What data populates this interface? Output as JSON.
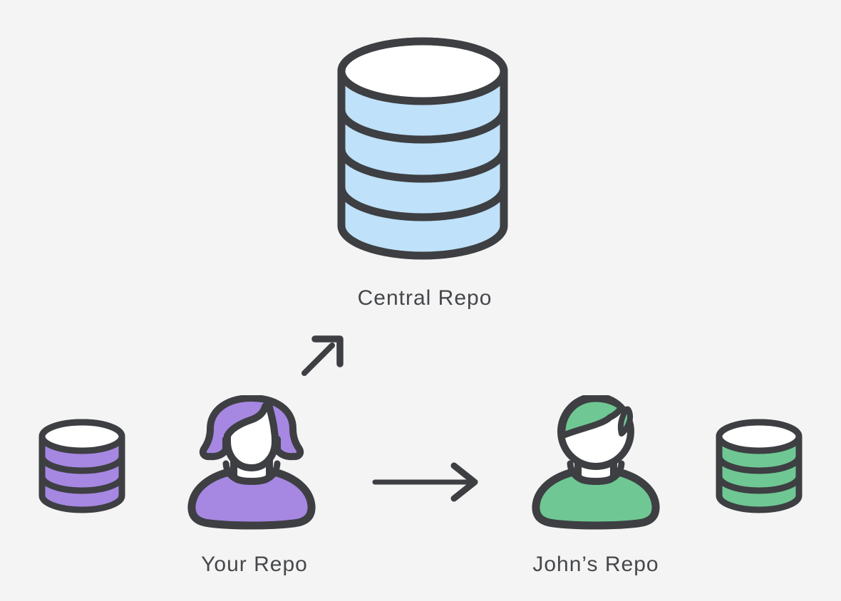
{
  "colors": {
    "background": "#f4f4f4",
    "outline": "#3d3f42",
    "blue": "#bfe1fa",
    "purple": "#a687e2",
    "green": "#6fc794",
    "text": "#45474a",
    "white": "#ffffff"
  },
  "nodes": {
    "central_repo": {
      "label": "Central Repo",
      "icon": "database-icon",
      "color": "#bfe1fa",
      "segments": 4
    },
    "your_repo": {
      "label": "Your Repo",
      "icon": "female-avatar-icon",
      "color": "#a687e2"
    },
    "your_repo_database": {
      "icon": "database-icon",
      "color": "#a687e2",
      "segments": 3
    },
    "johns_repo": {
      "label": "John’s Repo",
      "icon": "male-avatar-icon",
      "color": "#6fc794"
    },
    "johns_repo_database": {
      "icon": "database-icon",
      "color": "#6fc794",
      "segments": 3
    }
  },
  "edges": [
    {
      "name": "your-repo-to-central-arrow",
      "from": "Your Repo",
      "to": "Central Repo",
      "direction": "up-right"
    },
    {
      "name": "your-repo-to-johns-arrow",
      "from": "Your Repo",
      "to": "John’s Repo",
      "direction": "right"
    }
  ]
}
